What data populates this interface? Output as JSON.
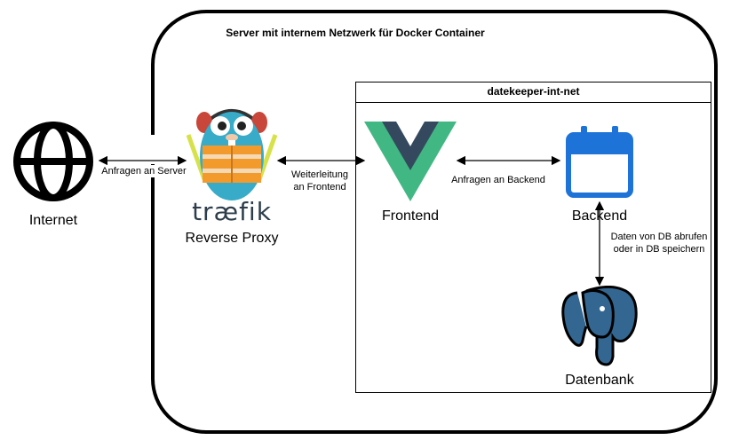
{
  "server": {
    "title": "Server mit internem Netzwerk für Docker Container"
  },
  "network": {
    "title": "datekeeper-int-net"
  },
  "nodes": {
    "internet": {
      "label": "Internet",
      "icon": "globe-icon"
    },
    "proxy": {
      "label": "Reverse Proxy",
      "icon": "traefik-logo",
      "logo_text": "træfik"
    },
    "frontend": {
      "label": "Frontend",
      "icon": "vue-logo"
    },
    "backend": {
      "label": "Backend",
      "icon": "calendar-icon"
    },
    "database": {
      "label": "Datenbank",
      "icon": "postgresql-logo"
    }
  },
  "edges": {
    "internet_proxy": "Anfragen an Server",
    "proxy_frontend_line1": "Weiterleitung",
    "proxy_frontend_line2": "an Frontend",
    "frontend_backend": "Anfragen an Backend",
    "backend_db_line1": "Daten von DB abrufen",
    "backend_db_line2": "oder in DB speichern"
  },
  "colors": {
    "vue_green": "#41B883",
    "vue_dark": "#35495E",
    "calendar_blue": "#1E73D8",
    "postgres_blue": "#336791",
    "traefik_orange": "#F39A2D",
    "traefik_gopher": "#37ABC8"
  }
}
